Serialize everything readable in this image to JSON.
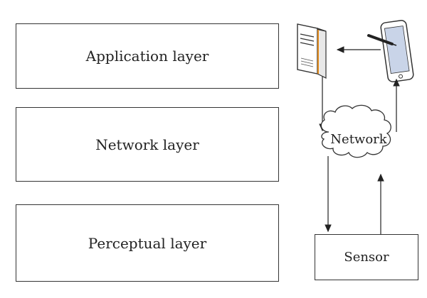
{
  "layers": {
    "application": "Application layer",
    "network": "Network layer",
    "perceptual": "Perceptual layer"
  },
  "nodes": {
    "cloud_label": "Network",
    "sensor_label": "Sensor"
  },
  "colors": {
    "line": "#333333",
    "server_accent": "#e08a1e",
    "tablet_screen": "#c9d4e8"
  },
  "icons": [
    "server-icon",
    "tablet-icon",
    "stylus-icon",
    "cloud-icon"
  ]
}
